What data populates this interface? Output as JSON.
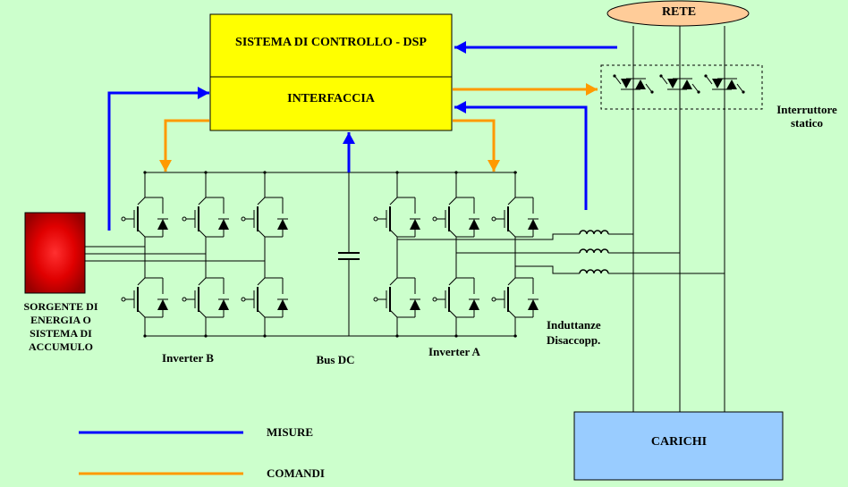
{
  "colors": {
    "background": "#ccffcc",
    "control_box": "#ffff00",
    "source": "#cc0000",
    "source_glow": "#ff2020",
    "loads": "#99ccff",
    "grid": "#ffcc99",
    "measure_line": "#0000ff",
    "command_line": "#ff9900",
    "wire": "#000000"
  },
  "labels": {
    "control_system": "SISTEMA  DI  CONTROLLO -  DSP",
    "interface": "INTERFACCIA",
    "grid": "RETE",
    "static_switch": "Interruttore\nstatico",
    "source": "SORGENTE DI\nENERGIA O\nSISTEMA DI\nACCUMULO",
    "inverter_b": "Inverter B",
    "bus_dc": "Bus DC",
    "inverter_a": "Inverter A",
    "inductors": "Induttanze\nDisaccopp.",
    "loads": "CARICHI"
  },
  "legend": {
    "measures": "MISURE",
    "commands": "COMANDI"
  }
}
